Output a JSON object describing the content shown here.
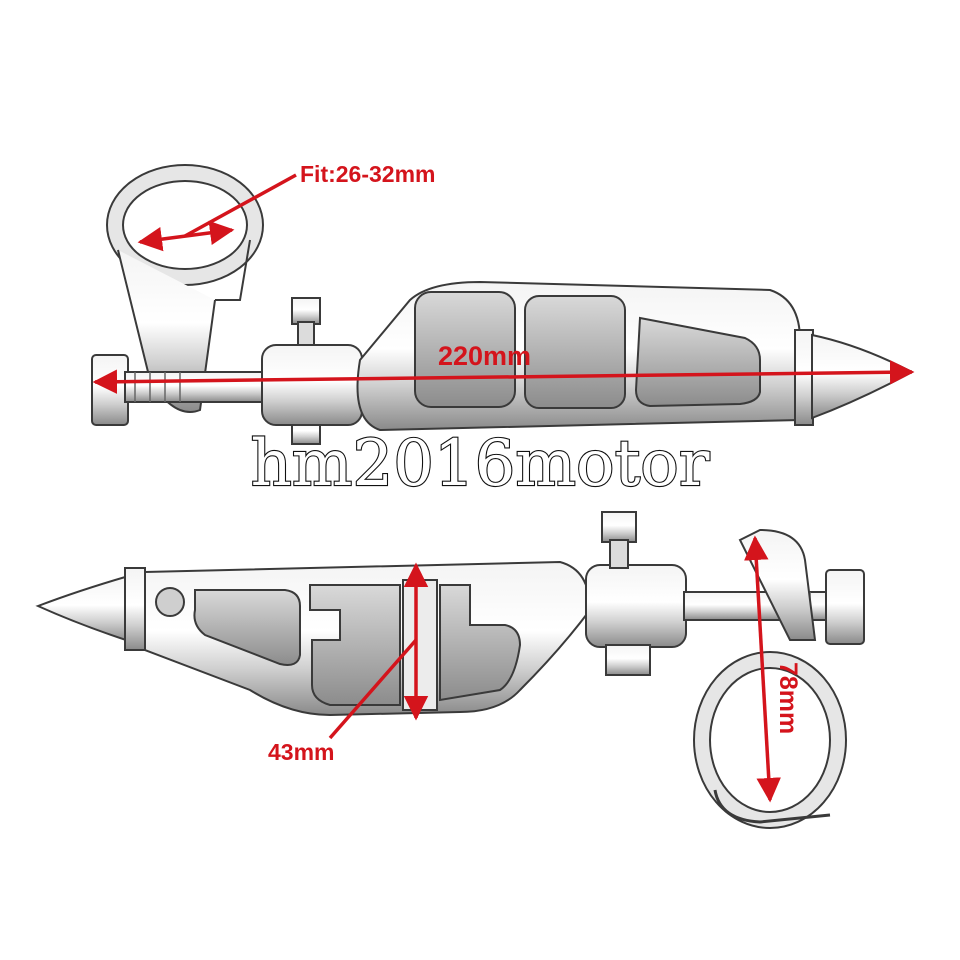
{
  "dimensions": {
    "fit": "Fit:26-32mm",
    "length": "220mm",
    "width": "43mm",
    "clamp_height": "78mm"
  },
  "watermark": "hm2016motor",
  "colors": {
    "dimension_red": "#d4141c",
    "chrome_outline": "#3a3a3a",
    "pad_gray": "#9a9a9a",
    "background": "#ffffff"
  }
}
